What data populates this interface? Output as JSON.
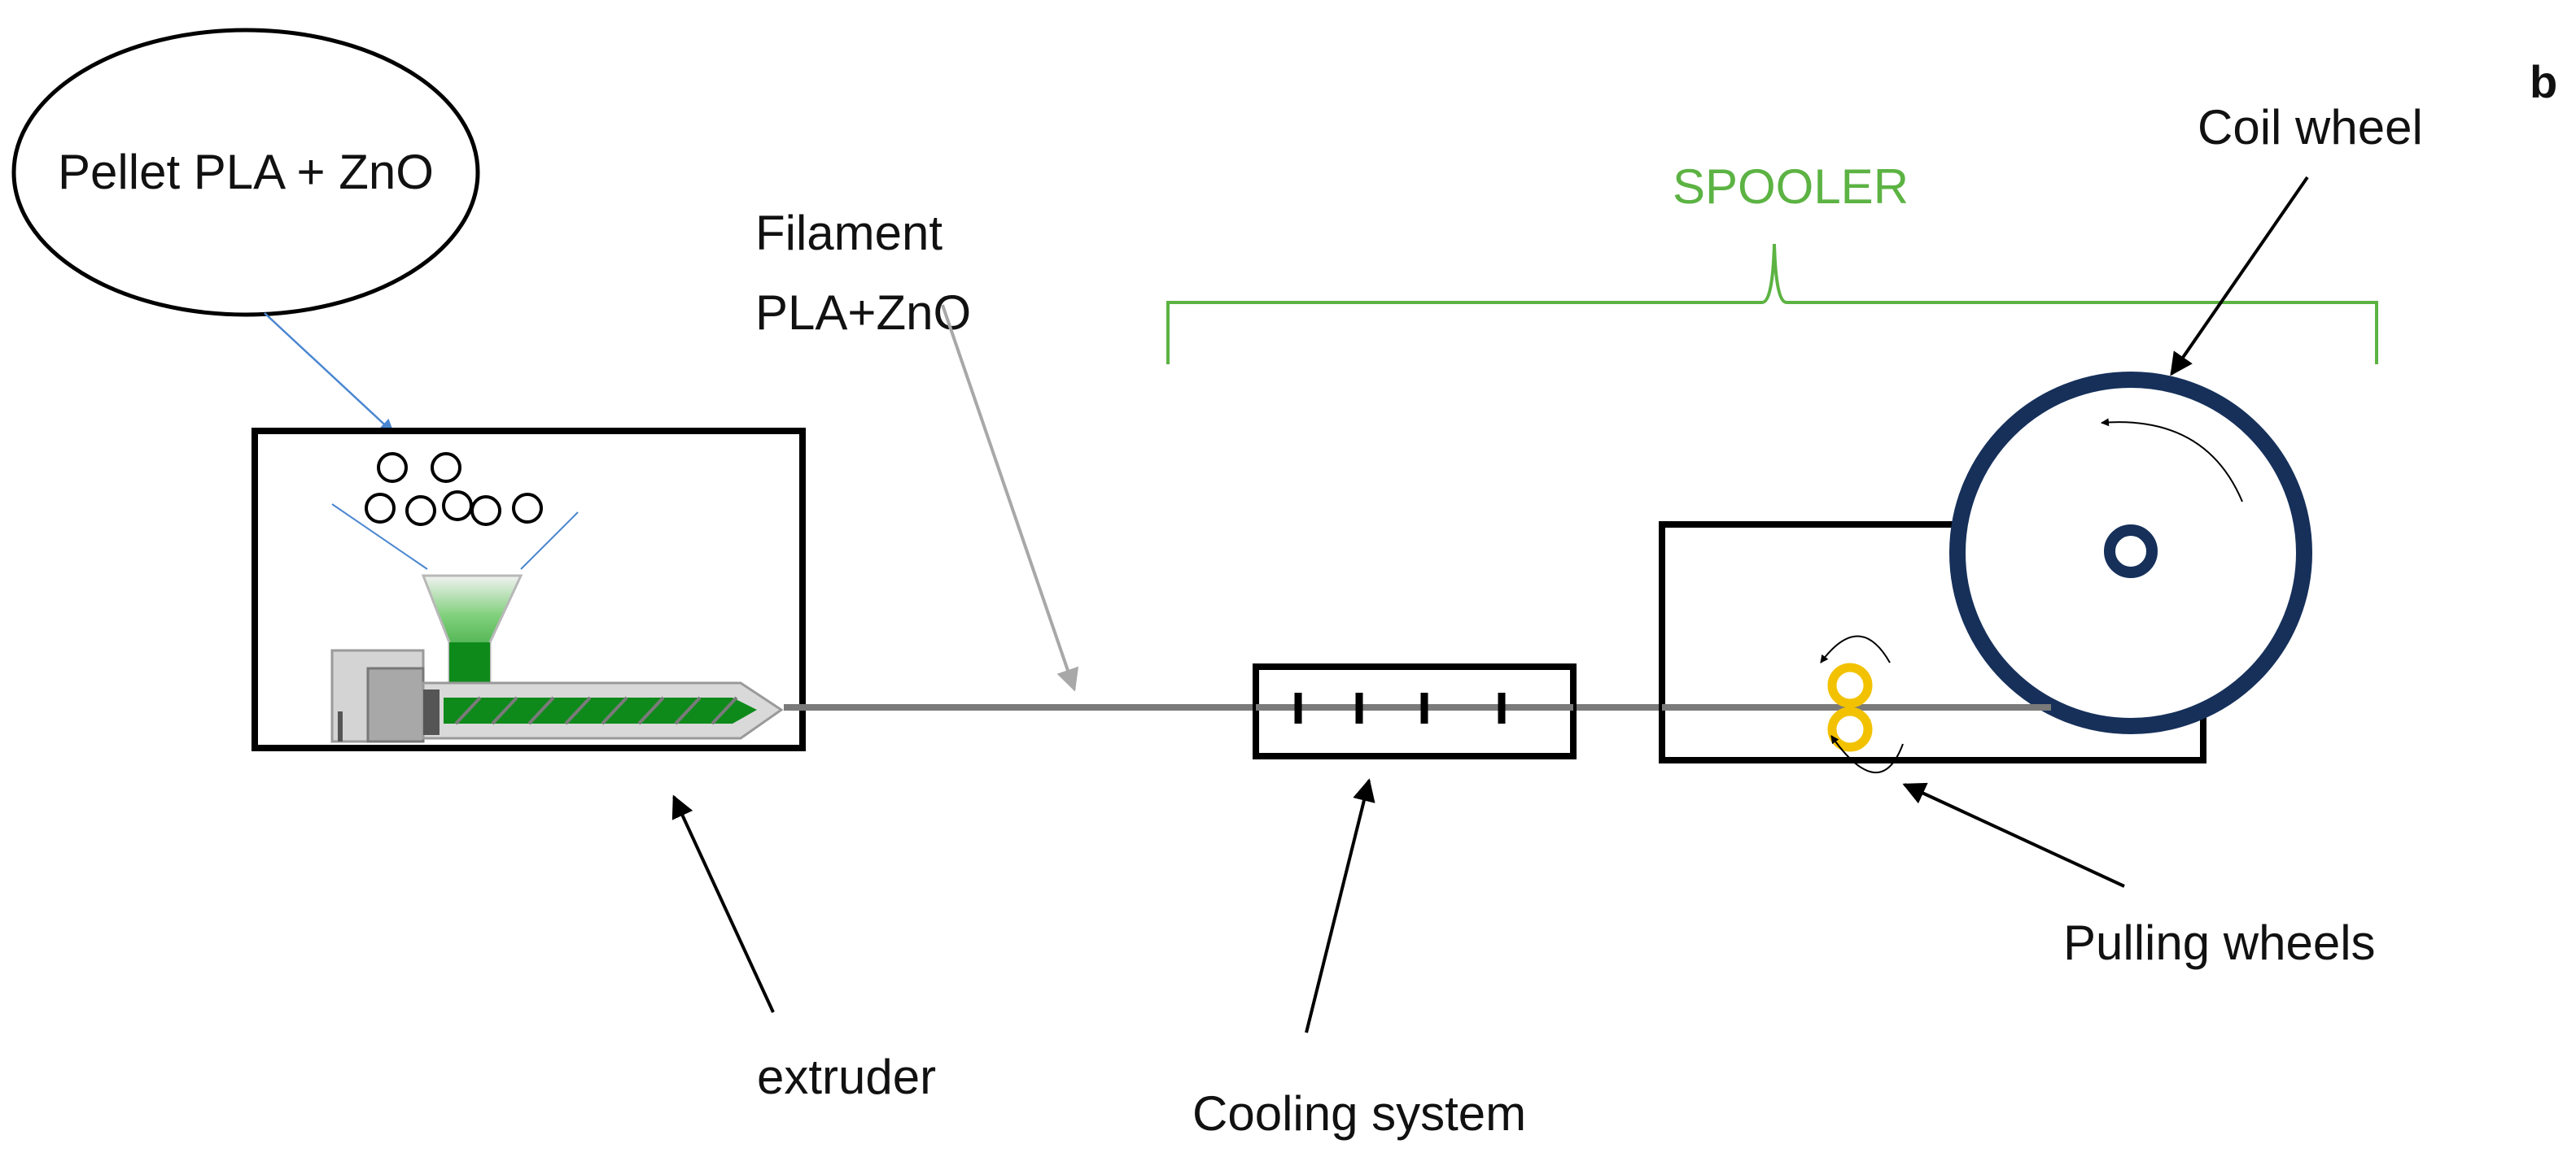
{
  "panel_letter": "b",
  "labels": {
    "pellet": "Pellet PLA + ZnO",
    "filament_line1": "Filament",
    "filament_line2": "PLA+ZnO",
    "spooler": "SPOOLER",
    "coil_wheel": "Coil wheel",
    "extruder": "extruder",
    "cooling_system": "Cooling system",
    "pulling_wheels": "Pulling wheels"
  },
  "colors": {
    "outline": "#000000",
    "filament": "#7a7a7a",
    "spooler_bracket": "#5cb343",
    "hopper_green": "#0e8a1a",
    "coil_wheel": "#16305a",
    "pulling_wheel": "#f2c200",
    "pellet_pointer": "#4a86d0",
    "filament_pointer": "#a8a8a8"
  },
  "icons": {
    "pellet_cloud": "ellipse",
    "pellets": "circle",
    "hopper": "funnel",
    "screw": "extruder-screw",
    "cooling_fins": "vertical-bars",
    "coil": "wheel",
    "pulling": "double-ring"
  }
}
